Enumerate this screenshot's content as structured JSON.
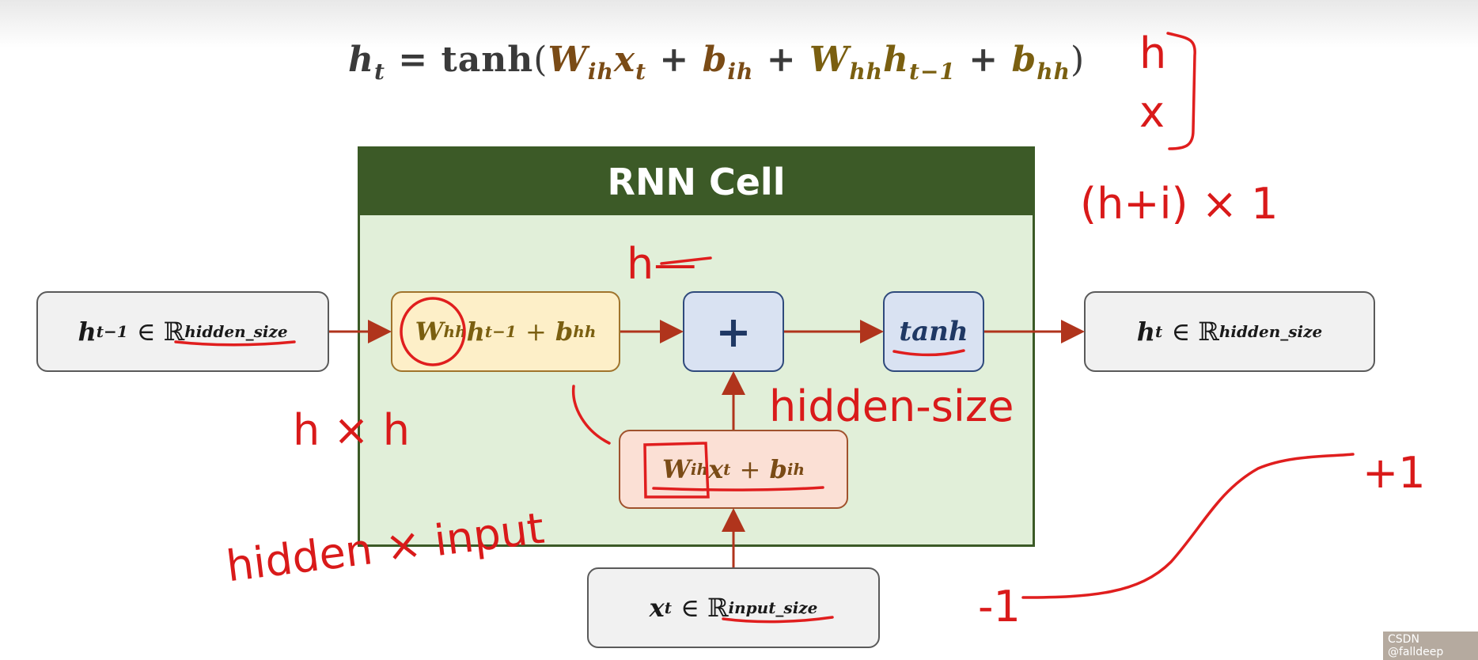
{
  "formula": {
    "lhs": "h",
    "lhs_sub": "t",
    "equals": "=",
    "func": "tanh",
    "open": "(",
    "w1": "W",
    "w1_sub": "ih",
    "x": "x",
    "x_sub": "t",
    "plus1": "+",
    "b1": "b",
    "b1_sub": "ih",
    "plus2": "+",
    "w2": "W",
    "w2_sub": "hh",
    "h": "h",
    "h_sub": "t−1",
    "plus3": "+",
    "b2": "b",
    "b2_sub": "hh",
    "close": ")"
  },
  "cell": {
    "title": "RNN Cell"
  },
  "nodes": {
    "h_prev": {
      "var": "h",
      "sub": "t−1",
      "rel": "∈ ℝ",
      "sup": "hidden_size"
    },
    "h_out": {
      "var": "h",
      "sub": "t",
      "rel": "∈ ℝ",
      "sup": "hidden_size"
    },
    "x_in": {
      "var": "x",
      "sub": "t",
      "rel": "∈ ℝ",
      "sup": "input_size"
    },
    "whh": {
      "w": "W",
      "w_sub": "hh",
      "h": "h",
      "h_sub": "t−1",
      "plus": "+",
      "b": "b",
      "b_sub": "hh"
    },
    "wih": {
      "w": "W",
      "w_sub": "ih",
      "x": "x",
      "x_sub": "t",
      "plus": "+",
      "b": "b",
      "b_sub": "ih"
    },
    "plus": "+",
    "tanh": "tanh"
  },
  "handwriting": {
    "h": "h",
    "x": "x",
    "h_plus_i": "(h+i) × 1",
    "h_dash": "h—",
    "hidden_size": "hidden-size",
    "h_times_h": "h × h",
    "hidden_times_input": "hidden × input",
    "plus_one": "+1",
    "minus_one": "-1"
  },
  "credit": "CSDN @falldeep",
  "colors": {
    "cell_header": "#3c5a27",
    "cell_body": "#e1efd9",
    "arrow": "#b0341c",
    "ink": "#d91a1a",
    "whh_fill": "#fdefc8",
    "wih_fill": "#fbe0d5",
    "op_fill": "#d9e2f2"
  }
}
